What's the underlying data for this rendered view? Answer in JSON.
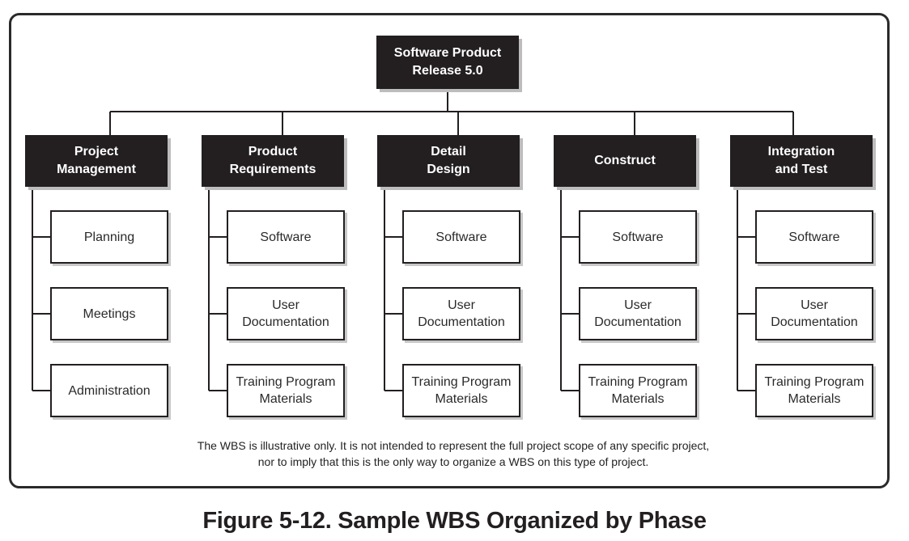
{
  "root": "Software Product\nRelease 5.0",
  "phases": [
    {
      "title": "Project\nManagement",
      "items": [
        "Planning",
        "Meetings",
        "Administration"
      ]
    },
    {
      "title": "Product\nRequirements",
      "items": [
        "Software",
        "User\nDocumentation",
        "Training Program\nMaterials"
      ]
    },
    {
      "title": "Detail\nDesign",
      "items": [
        "Software",
        "User\nDocumentation",
        "Training Program\nMaterials"
      ]
    },
    {
      "title": "Construct",
      "items": [
        "Software",
        "User\nDocumentation",
        "Training Program\nMaterials"
      ]
    },
    {
      "title": "Integration\nand Test",
      "items": [
        "Software",
        "User\nDocumentation",
        "Training Program\nMaterials"
      ]
    }
  ],
  "note": "The WBS is illustrative only. It is not intended to represent the full project scope of any specific project,\nnor to imply that this is the only way to organize a WBS on this type of project.",
  "caption": "Figure 5-12. Sample WBS Organized by Phase"
}
